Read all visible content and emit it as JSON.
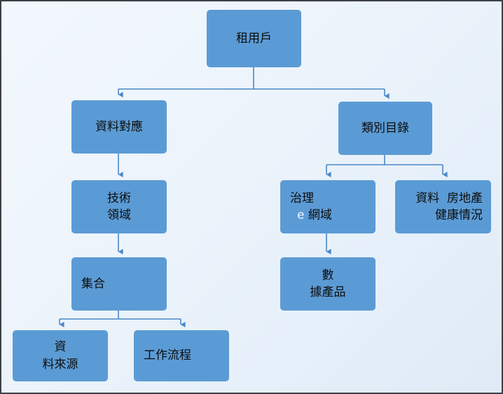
{
  "diagram": {
    "type": "hierarchy-org-chart",
    "title": "",
    "colors": {
      "node_fill": "#5B9BD5",
      "node_text": "#0D0D0D",
      "connector": "#41719C",
      "background": "#EDF4FB",
      "border": "#3B4049",
      "accent_light_text": "#EEF5FB"
    },
    "nodes": [
      {
        "id": "root",
        "lines": [
          "租用戶"
        ],
        "align": "center"
      },
      {
        "id": "mapping",
        "lines": [
          "資料對應"
        ],
        "align": "center"
      },
      {
        "id": "catalog",
        "lines": [
          "類別目錄"
        ],
        "align": "center"
      },
      {
        "id": "tech-domain",
        "lines": [
          "技術",
          "領域"
        ],
        "align": "center"
      },
      {
        "id": "governance",
        "lines": [
          "治理",
          "e 網域"
        ],
        "align": "left",
        "accent_token": "e"
      },
      {
        "id": "data-estate",
        "lines": [
          "資料  房地產",
          "健康情況"
        ],
        "align": "right"
      },
      {
        "id": "collection",
        "lines": [
          "集合"
        ],
        "align": "left"
      },
      {
        "id": "data-product",
        "lines": [
          "數",
          "據產品"
        ],
        "align": "center"
      },
      {
        "id": "data-source",
        "lines": [
          "資",
          "料來源"
        ],
        "align": "center"
      },
      {
        "id": "workflow",
        "lines": [
          "工作流程"
        ],
        "align": "left"
      }
    ],
    "edges": [
      {
        "from": "root",
        "to": "mapping"
      },
      {
        "from": "root",
        "to": "catalog"
      },
      {
        "from": "mapping",
        "to": "tech-domain"
      },
      {
        "from": "tech-domain",
        "to": "collection"
      },
      {
        "from": "collection",
        "to": "data-source"
      },
      {
        "from": "collection",
        "to": "workflow"
      },
      {
        "from": "catalog",
        "to": "governance"
      },
      {
        "from": "catalog",
        "to": "data-estate"
      },
      {
        "from": "governance",
        "to": "data-product"
      }
    ]
  }
}
